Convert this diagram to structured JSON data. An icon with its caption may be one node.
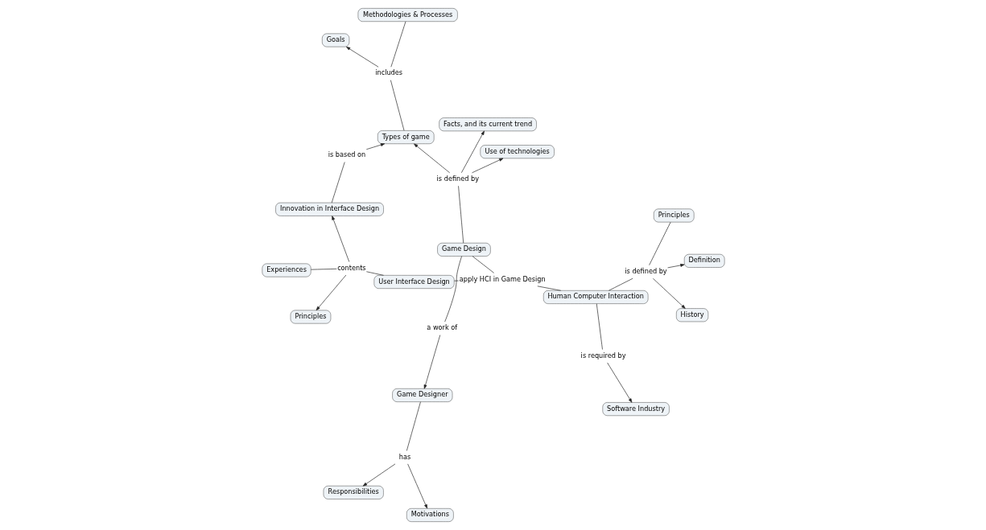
{
  "diagram": {
    "nodes": [
      {
        "text": [
          "Motivations"
        ]
      },
      {
        "text": [
          "Responsibilities"
        ]
      },
      {
        "text": [
          "has"
        ]
      },
      {
        "text": [
          "Game Designer"
        ]
      },
      {
        "text": [
          "Facts, and its current trend"
        ]
      },
      {
        "text": [
          "Software Industry"
        ]
      },
      {
        "text": [
          "Definition"
        ]
      },
      {
        "text": [
          "a work of"
        ]
      },
      {
        "text": [
          "is required by"
        ]
      },
      {
        "text": [
          "Use of technologies"
        ]
      },
      {
        "text": [
          "is defined by"
        ]
      },
      {
        "text": [
          "Game Design"
        ]
      },
      {
        "text": [
          "Human Computer Interaction"
        ]
      },
      {
        "text": [
          "is defined by"
        ]
      },
      {
        "text": [
          "History"
        ]
      },
      {
        "text": [
          "Types of game"
        ]
      },
      {
        "text": [
          "Principles"
        ]
      },
      {
        "text": [
          "includes"
        ]
      },
      {
        "text": [
          "apply HCI in Game Design"
        ]
      },
      {
        "text": [
          "Goals"
        ]
      },
      {
        "text": [
          "is based on"
        ]
      },
      {
        "text": [
          "Methodologies & Processes"
        ]
      },
      {
        "text": [
          "User Interface Design"
        ]
      },
      {
        "text": [
          "contents"
        ]
      },
      {
        "text": [
          "Innovation in Interface Design"
        ]
      },
      {
        "text": [
          "Experiences"
        ]
      },
      {
        "text": [
          "Principles"
        ]
      }
    ],
    "edges": [
      {
        "from": 3,
        "to": 2,
        "arrow": "none"
      },
      {
        "from": 2,
        "to": 0,
        "arrow": "to"
      },
      {
        "from": 2,
        "to": 1,
        "arrow": "to"
      },
      {
        "from": 11,
        "to": 7,
        "arrow": "none"
      },
      {
        "from": 7,
        "to": 3,
        "arrow": "to"
      },
      {
        "from": 11,
        "to": 10,
        "arrow": "none"
      },
      {
        "from": 10,
        "to": 4,
        "arrow": "to"
      },
      {
        "from": 10,
        "to": 9,
        "arrow": "to"
      },
      {
        "from": 10,
        "to": 15,
        "arrow": "to"
      },
      {
        "from": 12,
        "to": 8,
        "arrow": "none"
      },
      {
        "from": 8,
        "to": 5,
        "arrow": "to"
      },
      {
        "from": 12,
        "to": 13,
        "arrow": "none"
      },
      {
        "from": 13,
        "to": 6,
        "arrow": "to"
      },
      {
        "from": 13,
        "to": 14,
        "arrow": "to"
      },
      {
        "from": 13,
        "to": 16,
        "arrow": "none"
      },
      {
        "from": 11,
        "to": 18,
        "arrow": "none"
      },
      {
        "from": 12,
        "to": 18,
        "arrow": "none"
      },
      {
        "from": 18,
        "to": 22,
        "arrow": "none"
      },
      {
        "from": 15,
        "to": 17,
        "arrow": "none"
      },
      {
        "from": 17,
        "to": 19,
        "arrow": "to"
      },
      {
        "from": 17,
        "to": 21,
        "arrow": "none"
      },
      {
        "from": 24,
        "to": 20,
        "arrow": "none"
      },
      {
        "from": 20,
        "to": 15,
        "arrow": "to"
      },
      {
        "from": 22,
        "to": 23,
        "arrow": "none"
      },
      {
        "from": 23,
        "to": 24,
        "arrow": "to"
      },
      {
        "from": 23,
        "to": 26,
        "arrow": "to"
      },
      {
        "from": 23,
        "to": 25,
        "arrow": "none"
      }
    ]
  }
}
